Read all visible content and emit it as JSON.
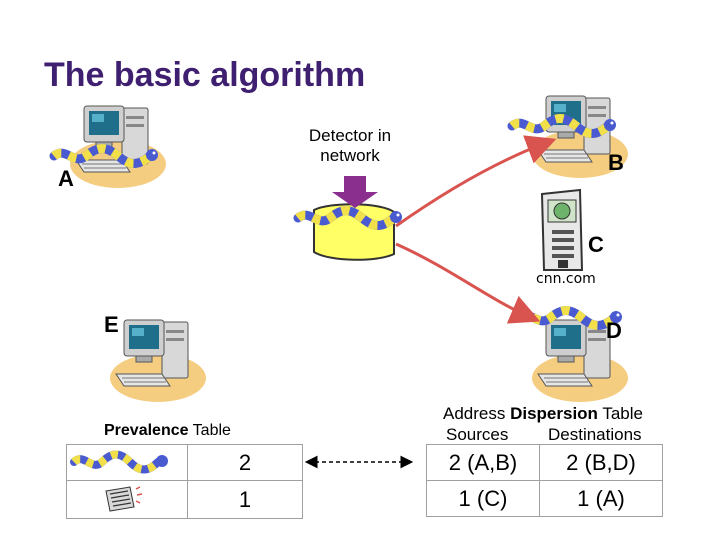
{
  "title": "The basic algorithm",
  "detector_label_line1": "Detector in",
  "detector_label_line2": "network",
  "nodes": {
    "a": "A",
    "b": "B",
    "c": "C",
    "d": "D",
    "e": "E",
    "server_name": "cnn.com"
  },
  "prevalence_table": {
    "title_bold": "Prevalence",
    "title_rest": " Table",
    "rows": [
      {
        "count": "2"
      },
      {
        "count": "1"
      }
    ]
  },
  "dispersion_table": {
    "title_pre": "Address ",
    "title_bold": "Dispersion",
    "title_post": " Table",
    "col_sources": "Sources",
    "col_destinations": "Destinations",
    "rows": [
      {
        "sources": "2 (A,B)",
        "destinations": "2 (B,D)"
      },
      {
        "sources": "1 (C)",
        "destinations": "1 (A)"
      }
    ]
  },
  "colors": {
    "title": "#3f1f6f",
    "arrow": "#d9534f",
    "detector_fill": "#ffff66",
    "detector_arrow": "#8a2f8e",
    "worm_yellow": "#f2e04a",
    "worm_blue": "#4a5bd1"
  }
}
